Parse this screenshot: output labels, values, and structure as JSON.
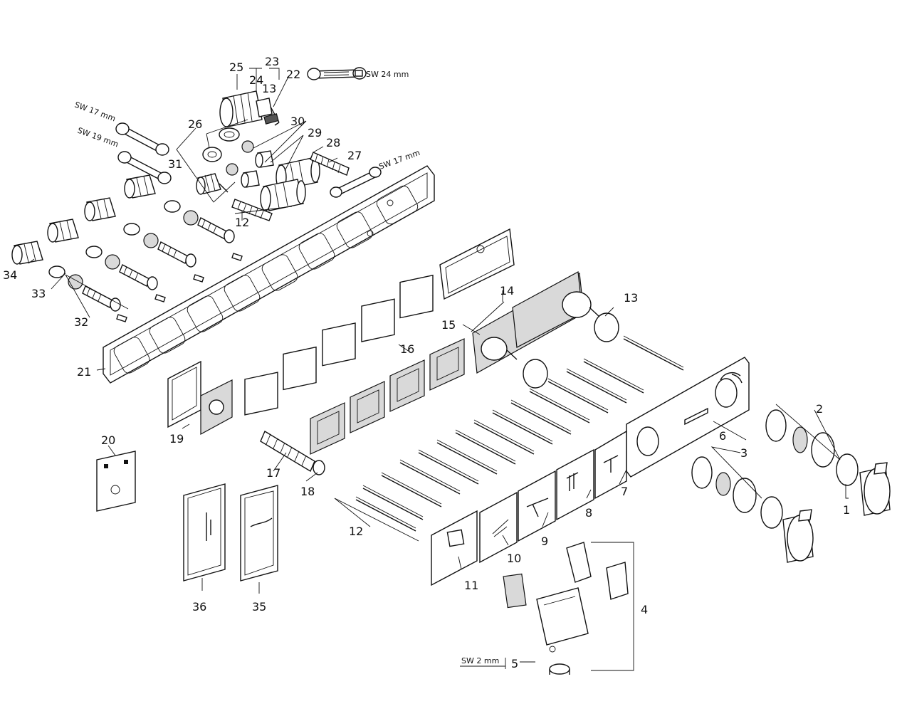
{
  "diagram": {
    "part_numbers": [
      "1",
      "2",
      "3",
      "4",
      "5",
      "6",
      "7",
      "8",
      "9",
      "10",
      "11",
      "12",
      "12",
      "13",
      "13",
      "14",
      "15",
      "16",
      "17",
      "18",
      "19",
      "20",
      "21",
      "22",
      "23",
      "24",
      "25",
      "26",
      "27",
      "28",
      "29",
      "30",
      "31",
      "32",
      "33",
      "34",
      "35",
      "36"
    ],
    "tool_labels": [
      "SW 24 mm",
      "SW 17 mm",
      "SW 19 mm",
      "SW 17 mm",
      "SW 2 mm"
    ],
    "colors": {
      "line": "#111111",
      "hot": "#d62828",
      "cold": "#1a9bd7",
      "fill": "#d9d9d9"
    }
  }
}
